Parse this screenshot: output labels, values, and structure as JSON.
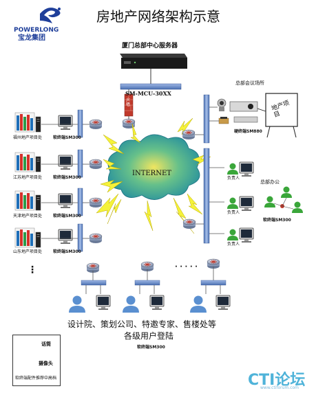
{
  "header": {
    "title": "房地产网络架构示意",
    "brand_name": "POWERLONG",
    "brand_cn": "宝龙集团"
  },
  "hq": {
    "server_label": "厦门总部中心服务器",
    "mcu_label": "SM-MCU-30XX",
    "firewall_label": "火墙",
    "cloud_label": "INTERNET"
  },
  "branches": [
    {
      "name": "福州地产项目处",
      "terminal": "软终端SM300"
    },
    {
      "name": "江苏地产项目处",
      "terminal": "软终端SM300"
    },
    {
      "name": "天津地产项目处",
      "terminal": "软终端SM300"
    },
    {
      "name": "山东地产项目处",
      "terminal": "软终端SM300"
    }
  ],
  "branch_more": "⋮",
  "meeting_room": {
    "label": "总部会议场所",
    "terminal": "硬终端SM880",
    "screen_text": "地产项目"
  },
  "office": {
    "label": "总部办公",
    "person_label": "负责人",
    "terminal": "软终端SM300"
  },
  "remote": {
    "more": "· · · · ·",
    "caption_line1": "设计院、策划公司、特邀专家、售楼处等",
    "caption_line2": "各级用户登陆",
    "terminal": "软终端SM300"
  },
  "legend": {
    "mic": "话筒",
    "camera": "摄像头",
    "note": "软终端配件推荐中高档"
  },
  "watermark": {
    "logo": "CTI论坛",
    "url": "www.ctiforum.com"
  },
  "colors": {
    "switch_blue": "#5a7fbf",
    "cloud_green": "#2a9a4a",
    "lightning": "#f5f23a",
    "person_green": "#3aa63a",
    "person_blue": "#5a8fd0",
    "firewall": "#c0392b"
  }
}
